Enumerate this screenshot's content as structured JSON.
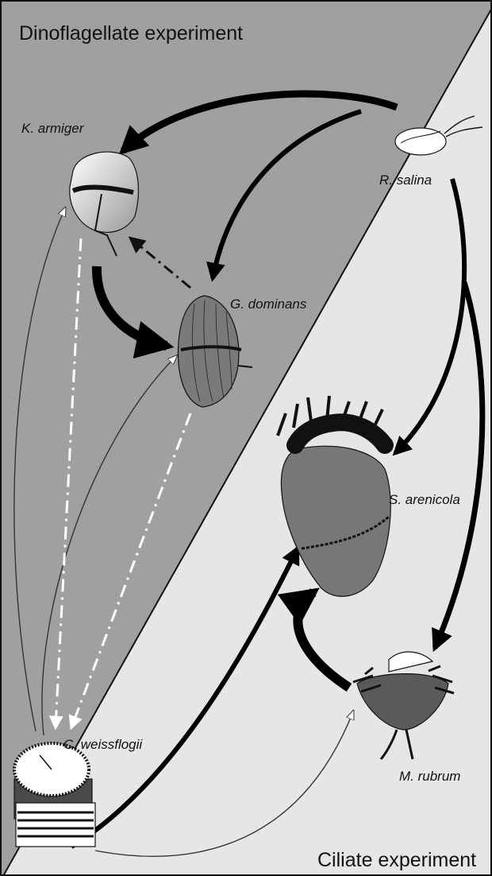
{
  "panels": {
    "dinoflagellate": {
      "title": "Dinoflagellate experiment",
      "fill": "#a0a0a0"
    },
    "ciliate": {
      "title": "Ciliate experiment",
      "fill": "#e6e6e6"
    }
  },
  "species": {
    "k_armiger": "K. armiger",
    "r_salina": "R.  salina",
    "g_dominans": "G. dominans",
    "s_arenicola": "S. arenicola",
    "c_weissflogii": "C.  weissflogii",
    "m_rubrum": "M. rubrum"
  },
  "legend_colors": {
    "strong_flow": "#000000",
    "weak_flow_fill": "#ffffff",
    "dashed_white": "#ffffff",
    "dashed_black": "#111111"
  }
}
